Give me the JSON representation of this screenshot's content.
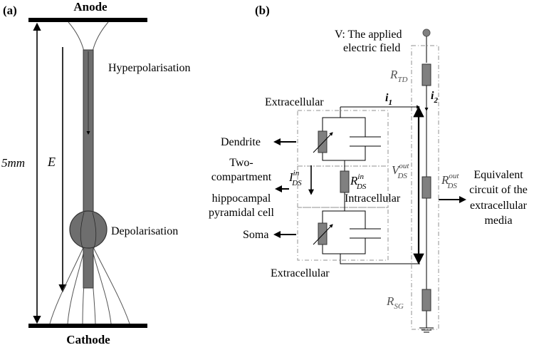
{
  "panel_a": {
    "label": "(a)",
    "anode": "Anode",
    "cathode": "Cathode",
    "hyperpolarisation": "Hyperpolarisation",
    "depolarisation": "Depolarisation",
    "distance": "5mm",
    "field": "E"
  },
  "panel_b": {
    "label": "(b)",
    "applied_field_line1": "V: The applied",
    "applied_field_line2": "electric field",
    "r_td": "R",
    "r_td_sub": "TD",
    "i1": "i",
    "i1_sub": "1",
    "i2": "i",
    "i2_sub": "2",
    "extracellular_top": "Extracellular",
    "extracellular_bottom": "Extracellular",
    "intracellular": "Intracellular",
    "dendrite": "Dendrite",
    "soma": "Soma",
    "cell_label": [
      "Two-",
      "compartment",
      "hippocampal",
      "pyramidal cell"
    ],
    "i_ds": "I",
    "i_ds_sup": "in",
    "i_ds_sub": "DS",
    "r_ds_in": "R",
    "r_ds_in_sup": "in",
    "r_ds_in_sub": "DS",
    "v_ds_out": "V",
    "v_ds_out_sup": "out",
    "v_ds_out_sub": "DS",
    "r_ds_out": "R",
    "r_ds_out_sup": "out",
    "r_ds_out_sub": "DS",
    "equivalent": [
      "Equivalent",
      "circuit of the",
      "extracellular",
      "media"
    ],
    "r_sg": "R",
    "r_sg_sub": "SG"
  },
  "colors": {
    "line": "#000000",
    "resistor": "#808080",
    "field_line": "#555555",
    "dash": "#909090"
  }
}
